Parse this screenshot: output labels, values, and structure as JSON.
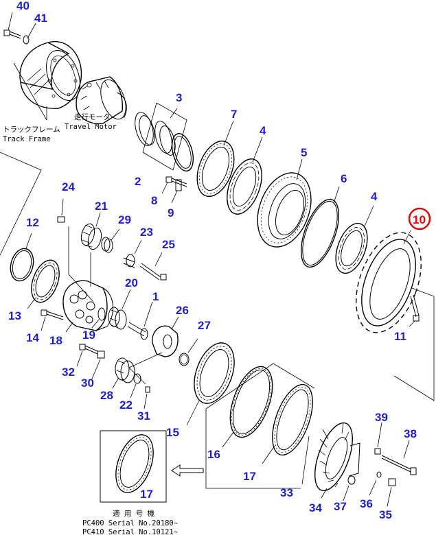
{
  "labels": {
    "p40": "40",
    "p41": "41",
    "p3": "3",
    "p7": "7",
    "p4a": "4",
    "p5": "5",
    "p6": "6",
    "p4b": "4",
    "p10": "10",
    "p2": "2",
    "p8": "8",
    "p9": "9",
    "p24": "24",
    "p21": "21",
    "p29": "29",
    "p12": "12",
    "p23": "23",
    "p25": "25",
    "p20": "20",
    "p1": "1",
    "p13": "13",
    "p14": "14",
    "p18": "18",
    "p19": "19",
    "p26": "26",
    "p27": "27",
    "p11": "11",
    "p32": "32",
    "p30": "30",
    "p28": "28",
    "p22": "22",
    "p31": "31",
    "p15": "15",
    "p16": "16",
    "p17a": "17",
    "p39": "39",
    "p38": "38",
    "p17b": "17",
    "p33": "33",
    "p34": "34",
    "p37": "37",
    "p36": "36",
    "p35": "35"
  },
  "notes": {
    "track_frame_jp": "トラックフレーム",
    "track_frame_en": "Track Frame",
    "travel_motor_jp": "走行モータ",
    "travel_motor_en": "Travel Motor",
    "serial_heading": "適 用 号 機",
    "serial_line1": "PC400 Serial No.20180~",
    "serial_line2": "PC410 Serial No.10121~"
  },
  "colors": {
    "label": "#1f1fc8",
    "highlight": "#e00000",
    "line": "#000000"
  },
  "highlighted_part": "10"
}
